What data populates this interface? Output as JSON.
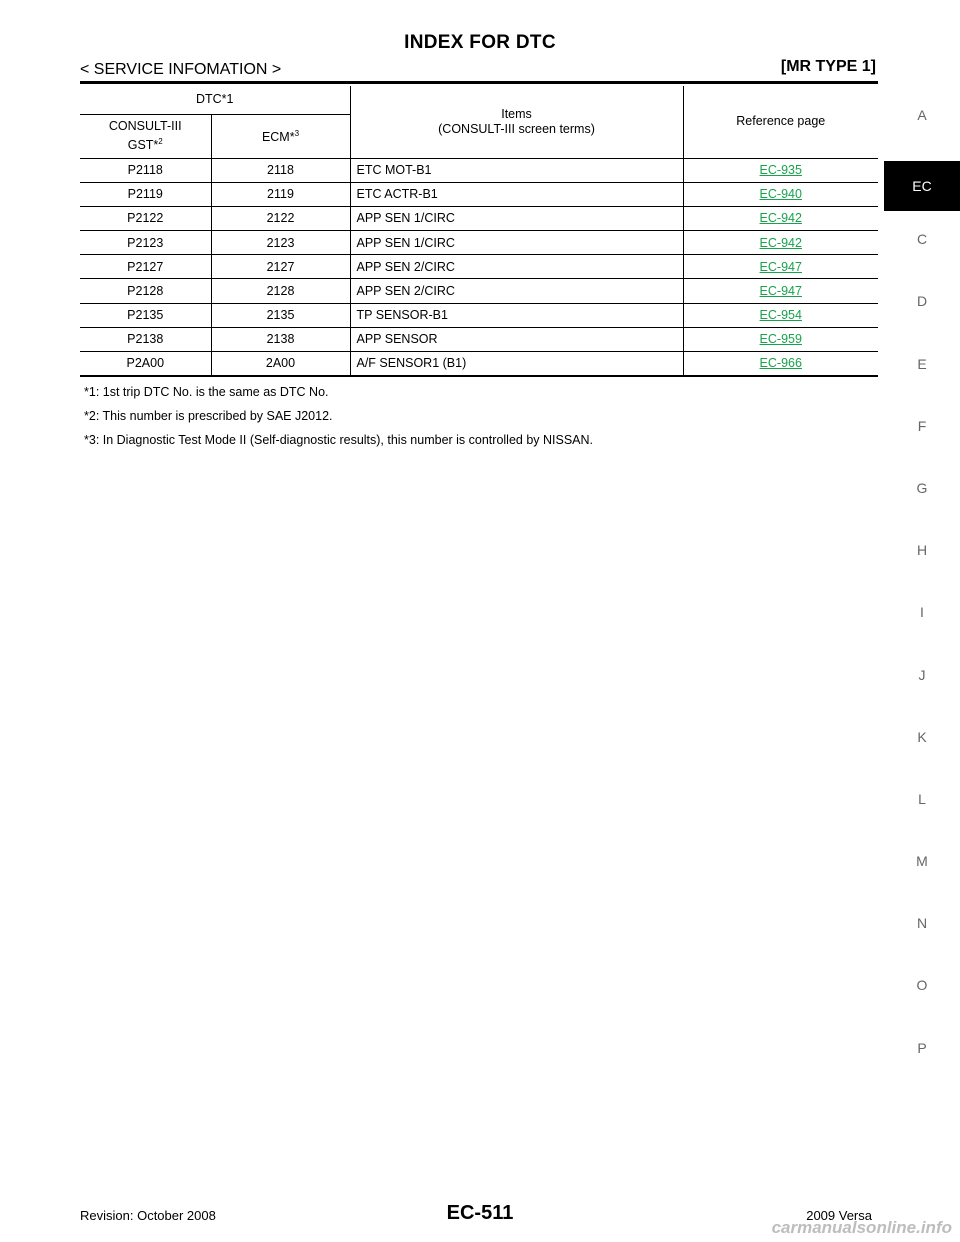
{
  "header": {
    "title": "INDEX FOR DTC",
    "section": "< SERVICE INFOMATION >",
    "model": "[MR TYPE 1]"
  },
  "table": {
    "headers": {
      "dtc_group": "DTC*1",
      "consult_line1": "CONSULT-III",
      "consult_line2": "GST*",
      "consult_sup": "2",
      "ecm": "ECM*",
      "ecm_sup": "3",
      "items_line1": "Items",
      "items_line2": "(CONSULT-III screen terms)",
      "reference": "Reference page"
    },
    "rows": [
      {
        "consult": "P2118",
        "ecm": "2118",
        "item": "ETC MOT-B1",
        "ref": "EC-935"
      },
      {
        "consult": "P2119",
        "ecm": "2119",
        "item": "ETC ACTR-B1",
        "ref": "EC-940"
      },
      {
        "consult": "P2122",
        "ecm": "2122",
        "item": "APP SEN 1/CIRC",
        "ref": "EC-942"
      },
      {
        "consult": "P2123",
        "ecm": "2123",
        "item": "APP SEN 1/CIRC",
        "ref": "EC-942"
      },
      {
        "consult": "P2127",
        "ecm": "2127",
        "item": "APP SEN 2/CIRC",
        "ref": "EC-947"
      },
      {
        "consult": "P2128",
        "ecm": "2128",
        "item": "APP SEN 2/CIRC",
        "ref": "EC-947"
      },
      {
        "consult": "P2135",
        "ecm": "2135",
        "item": "TP SENSOR-B1",
        "ref": "EC-954"
      },
      {
        "consult": "P2138",
        "ecm": "2138",
        "item": "APP SENSOR",
        "ref": "EC-959"
      },
      {
        "consult": "P2A00",
        "ecm": "2A00",
        "item": "A/F SENSOR1 (B1)",
        "ref": "EC-966"
      }
    ]
  },
  "footnotes": [
    "*1: 1st trip DTC No. is the same as DTC No.",
    "*2: This number is prescribed by SAE J2012.",
    "*3: In Diagnostic Test Mode II (Self-diagnostic results), this number is controlled by NISSAN."
  ],
  "side_index": {
    "letters": [
      "A",
      "EC",
      "C",
      "D",
      "E",
      "F",
      "G",
      "H",
      "I",
      "J",
      "K",
      "L",
      "M",
      "N",
      "O",
      "P"
    ],
    "active": "EC"
  },
  "footer": {
    "revision": "Revision: October 2008",
    "page": "EC-511",
    "model": "2009 Versa"
  },
  "watermark": "carmanualsonline.info",
  "colors": {
    "link": "#16a34a",
    "active_tab_bg": "#000000"
  }
}
